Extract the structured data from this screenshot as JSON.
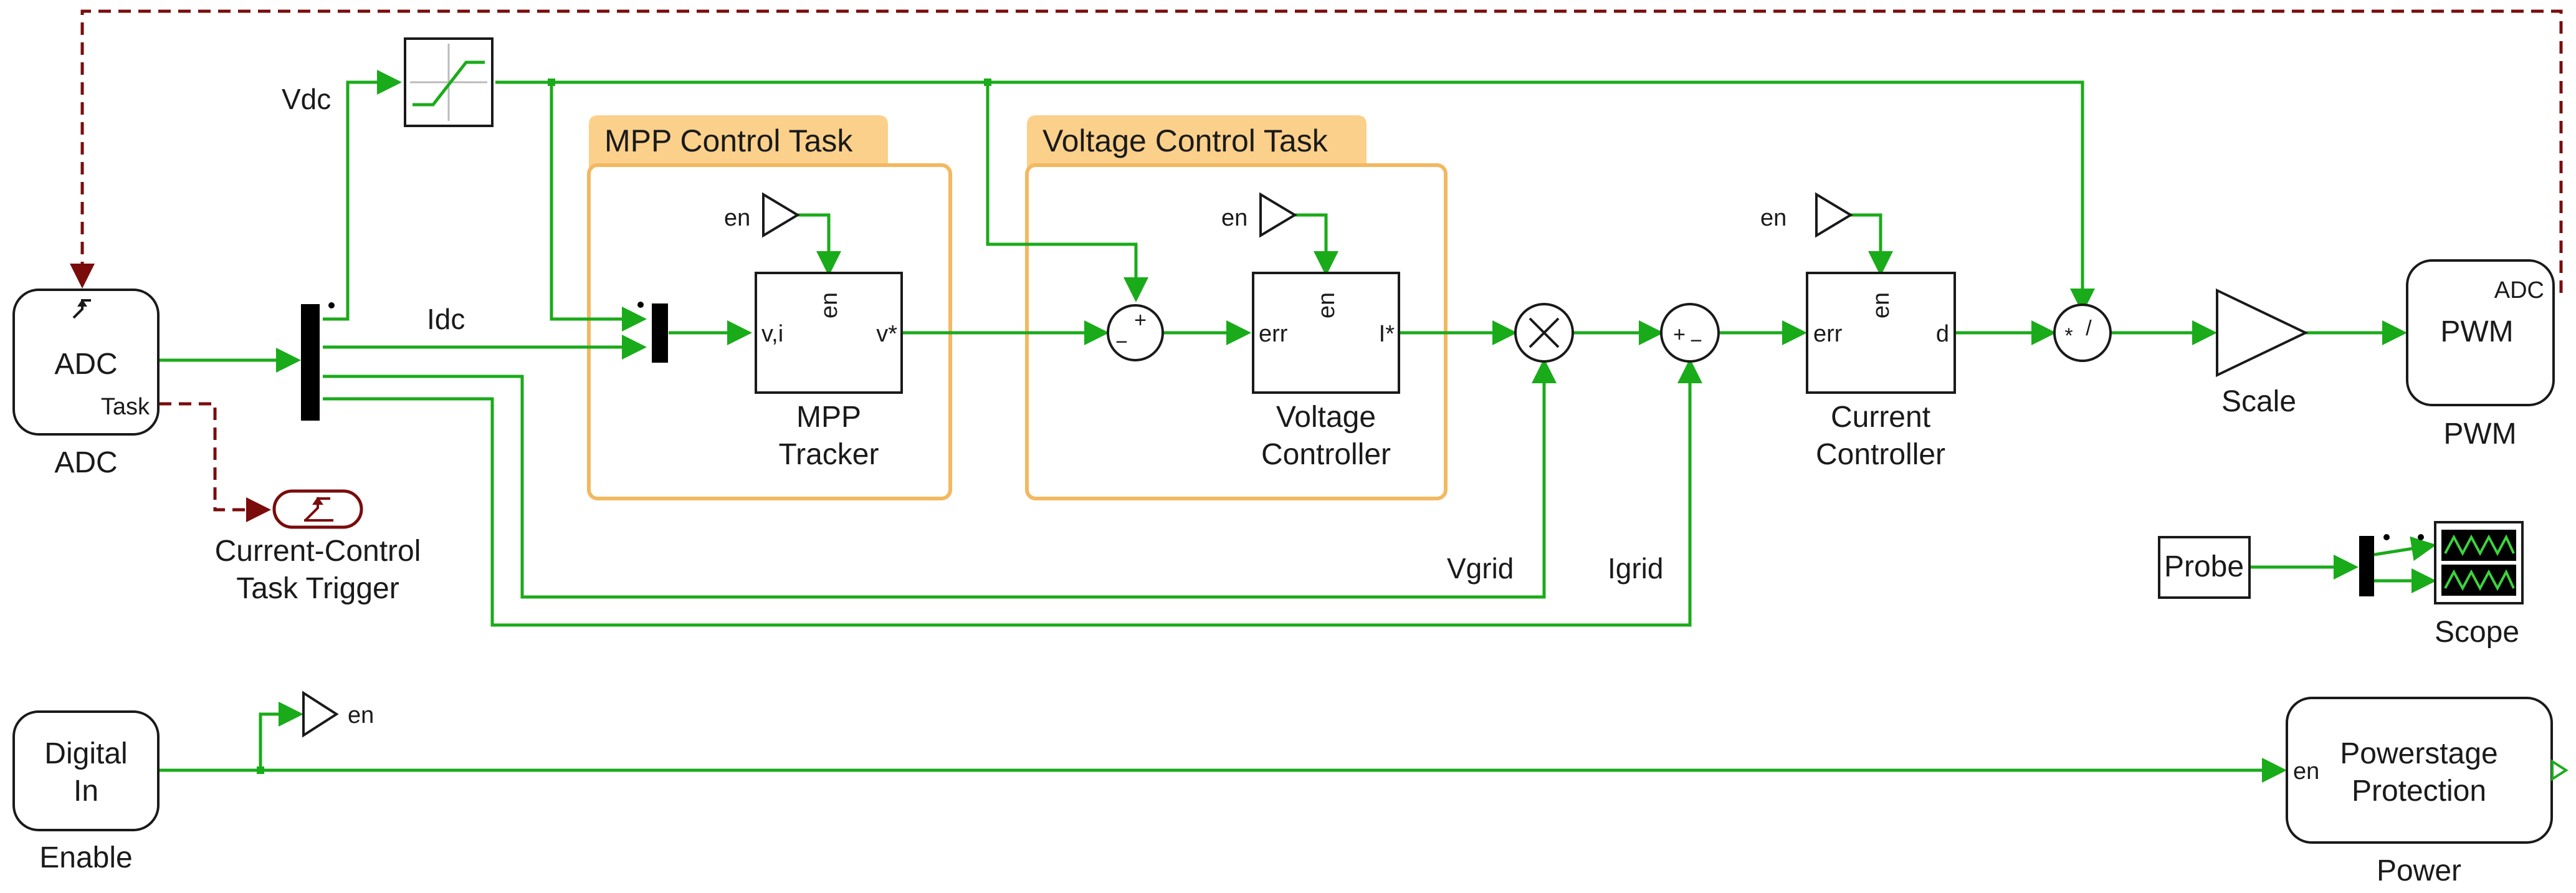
{
  "colors": {
    "wire": "#1aab1a",
    "trigger": "#7a0c0c",
    "task_fill": "#fbd08a",
    "task_border": "#f3b860"
  },
  "tasks": {
    "mpp": "MPP Control Task",
    "voltage": "Voltage Control Task"
  },
  "signals": {
    "vdc": "Vdc",
    "idc": "Idc",
    "vgrid": "Vgrid",
    "igrid": "Igrid"
  },
  "blocks": {
    "adc": {
      "title": "ADC",
      "port_task": "Task",
      "caption": "ADC"
    },
    "trigger": {
      "caption_line1": "Current-Control",
      "caption_line2": "Task Trigger"
    },
    "mpp_tracker": {
      "port_in": "v,i",
      "port_out": "v*",
      "port_en": "en",
      "line1": "MPP",
      "line2": "Tracker"
    },
    "voltage_controller": {
      "port_in": "err",
      "port_out": "I*",
      "port_en": "en",
      "line1": "Voltage",
      "line2": "Controller"
    },
    "current_controller": {
      "port_in": "err",
      "port_out": "d",
      "port_en": "en",
      "line1": "Current",
      "line2": "Controller"
    },
    "scale": {
      "caption": "Scale"
    },
    "pwm": {
      "title": "PWM",
      "port_adc": "ADC",
      "caption": "PWM"
    },
    "probe": {
      "title": "Probe"
    },
    "scope": {
      "caption": "Scope"
    },
    "digital_in": {
      "line1": "Digital",
      "line2": "In",
      "caption": "Enable"
    },
    "powerstage": {
      "line1": "Powerstage",
      "line2": "Protection",
      "port_en": "en",
      "caption": "Power"
    }
  },
  "goto_tags": {
    "en": "en"
  },
  "sum_signs": {
    "s1_plus": "+",
    "s1_minus": "−",
    "s2_plus": "+",
    "s2_minus": "−"
  },
  "div_signs": {
    "mul": "*",
    "div": "/"
  }
}
